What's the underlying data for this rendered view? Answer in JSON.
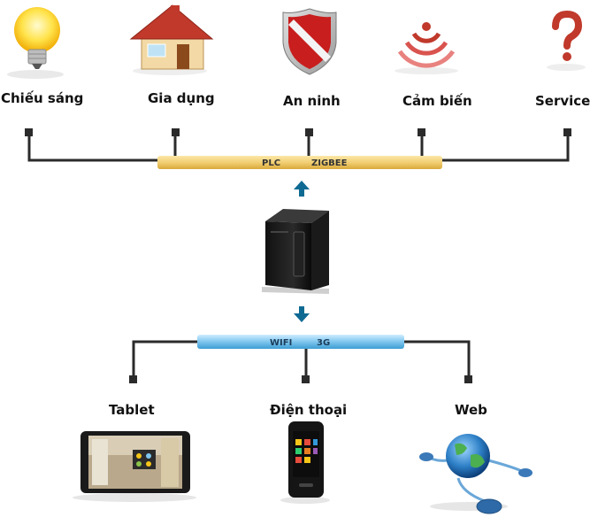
{
  "devices_top": [
    {
      "label": "Chiếu sáng",
      "icon": "light-bulb-icon"
    },
    {
      "label": "Gia dụng",
      "icon": "house-icon"
    },
    {
      "label": "An ninh",
      "icon": "security-shield-icon"
    },
    {
      "label": "Cảm biến",
      "icon": "sensor-signal-icon"
    },
    {
      "label": "Service",
      "icon": "question-mark-icon"
    }
  ],
  "top_bus": {
    "labels": [
      "PLC",
      "ZIGBEE"
    ],
    "color": "#f2cf73"
  },
  "server": {
    "icon": "server-tower-icon"
  },
  "bottom_bus": {
    "labels": [
      "WIFI",
      "3G"
    ],
    "color": "#7fc6ee"
  },
  "devices_bottom": [
    {
      "label": "Tablet",
      "icon": "tablet-icon"
    },
    {
      "label": "Điện thoại",
      "icon": "phone-icon"
    },
    {
      "label": "Web",
      "icon": "globe-web-icon"
    }
  ],
  "colors": {
    "line": "#2b2b2b",
    "arrow": "#0f6a93"
  }
}
